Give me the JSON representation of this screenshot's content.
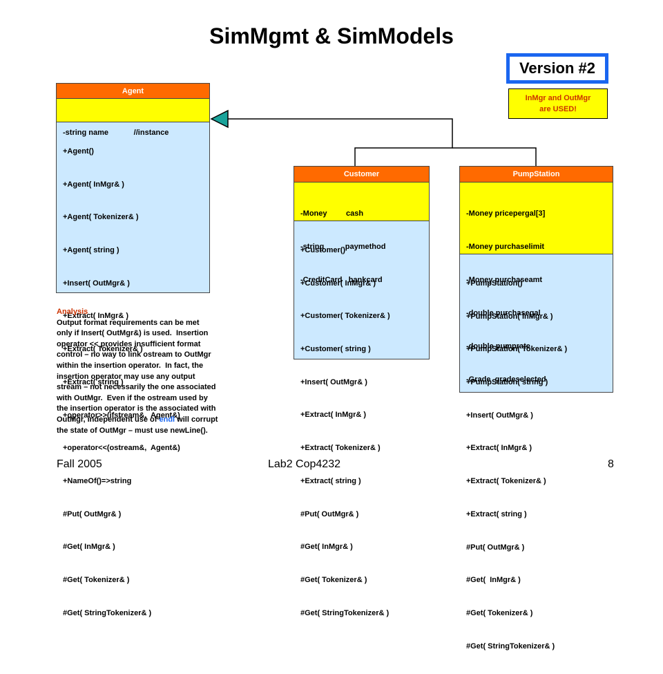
{
  "title": "SimMgmt & SimModels",
  "version_badge": "Version #2",
  "note": {
    "line1": "InMgr and OutMgr",
    "line2": "are USED!"
  },
  "classes": [
    {
      "key": "agent",
      "name": "Agent",
      "attributes": [
        "-string name            //instance"
      ],
      "methods": [
        "+Agent()",
        "+Agent( InMgr& )",
        "+Agent( Tokenizer& )",
        "+Agent( string )",
        "+Insert( OutMgr& )",
        "+Extract( InMgr& )",
        "+Extract( Tokenizer& )",
        "+Extract( string )",
        "+operator>>(ifstream&,  Agent&)",
        "+operator<<(ostream&,  Agent&)",
        "+NameOf()=>string",
        "#Put( OutMgr& )",
        "#Get( InMgr& )",
        "#Get( Tokenizer& )",
        "#Get( StringTokenizer& )"
      ]
    },
    {
      "key": "customer",
      "name": "Customer",
      "attributes": [
        "-Money         cash",
        "-string          paymethod",
        "-CreditCard   bankcard"
      ],
      "methods": [
        "+Customer()",
        "+Customer( InMgr& )",
        "+Customer( Tokenizer& )",
        "+Customer( string )",
        "+Insert( OutMgr& )",
        "+Extract( InMgr& )",
        "+Extract( Tokenizer& )",
        "+Extract( string )",
        "#Put( OutMgr& )",
        "#Get( InMgr& )",
        "#Get( Tokenizer& )",
        "#Get( StringTokenizer& )"
      ]
    },
    {
      "key": "pumpstation",
      "name": "PumpStation",
      "attributes": [
        "-Money pricepergal[3]",
        "-Money purchaselimit",
        "-Money purchaseamt",
        "-double purchasegal",
        "-double pumprate",
        "-Grade  gradeselected"
      ],
      "methods": [
        "+PumpStation()",
        "+PumpStation( InMgr& )",
        "+PumpStation( Tokenizer& )",
        "+PumpStation( string )",
        "+Insert( OutMgr& )",
        "+Extract( InMgr& )",
        "+Extract( Tokenizer& )",
        "+Extract( string )",
        "#Put( OutMgr& )",
        "#Get(  InMgr& )",
        "#Get( Tokenizer& )",
        "#Get( StringTokenizer& )"
      ]
    }
  ],
  "analysis": {
    "title": "Analysis",
    "before_endl": "Output format requirements can be met\nonly if Insert( OutMgr&) is used.  Insertion\noperator << provides insufficient format\ncontrol – no way to link ostream to OutMgr\nwithin the insertion operator.  In fact, the\ninsertion operator may use any output\nstream – not necessarily the one associated\nwith OutMgr.  Even if the ostream used by\nthe insertion operator is the associated with\nOutMgr, independent use of ",
    "endl": "endl",
    "after_endl": " will corrupt\nthe state of OutMgr – must use newLine()."
  },
  "footer": {
    "left": "Fall 2005",
    "center": "Lab2 Cop4232",
    "page": "8"
  },
  "colors": {
    "header": "#ff6a00",
    "attributes_bg": "#ffff00",
    "methods_bg": "#cce9ff",
    "version_border": "#1a66f0",
    "note_text": "#cc3300",
    "arrow_fill": "#1aa39a"
  }
}
